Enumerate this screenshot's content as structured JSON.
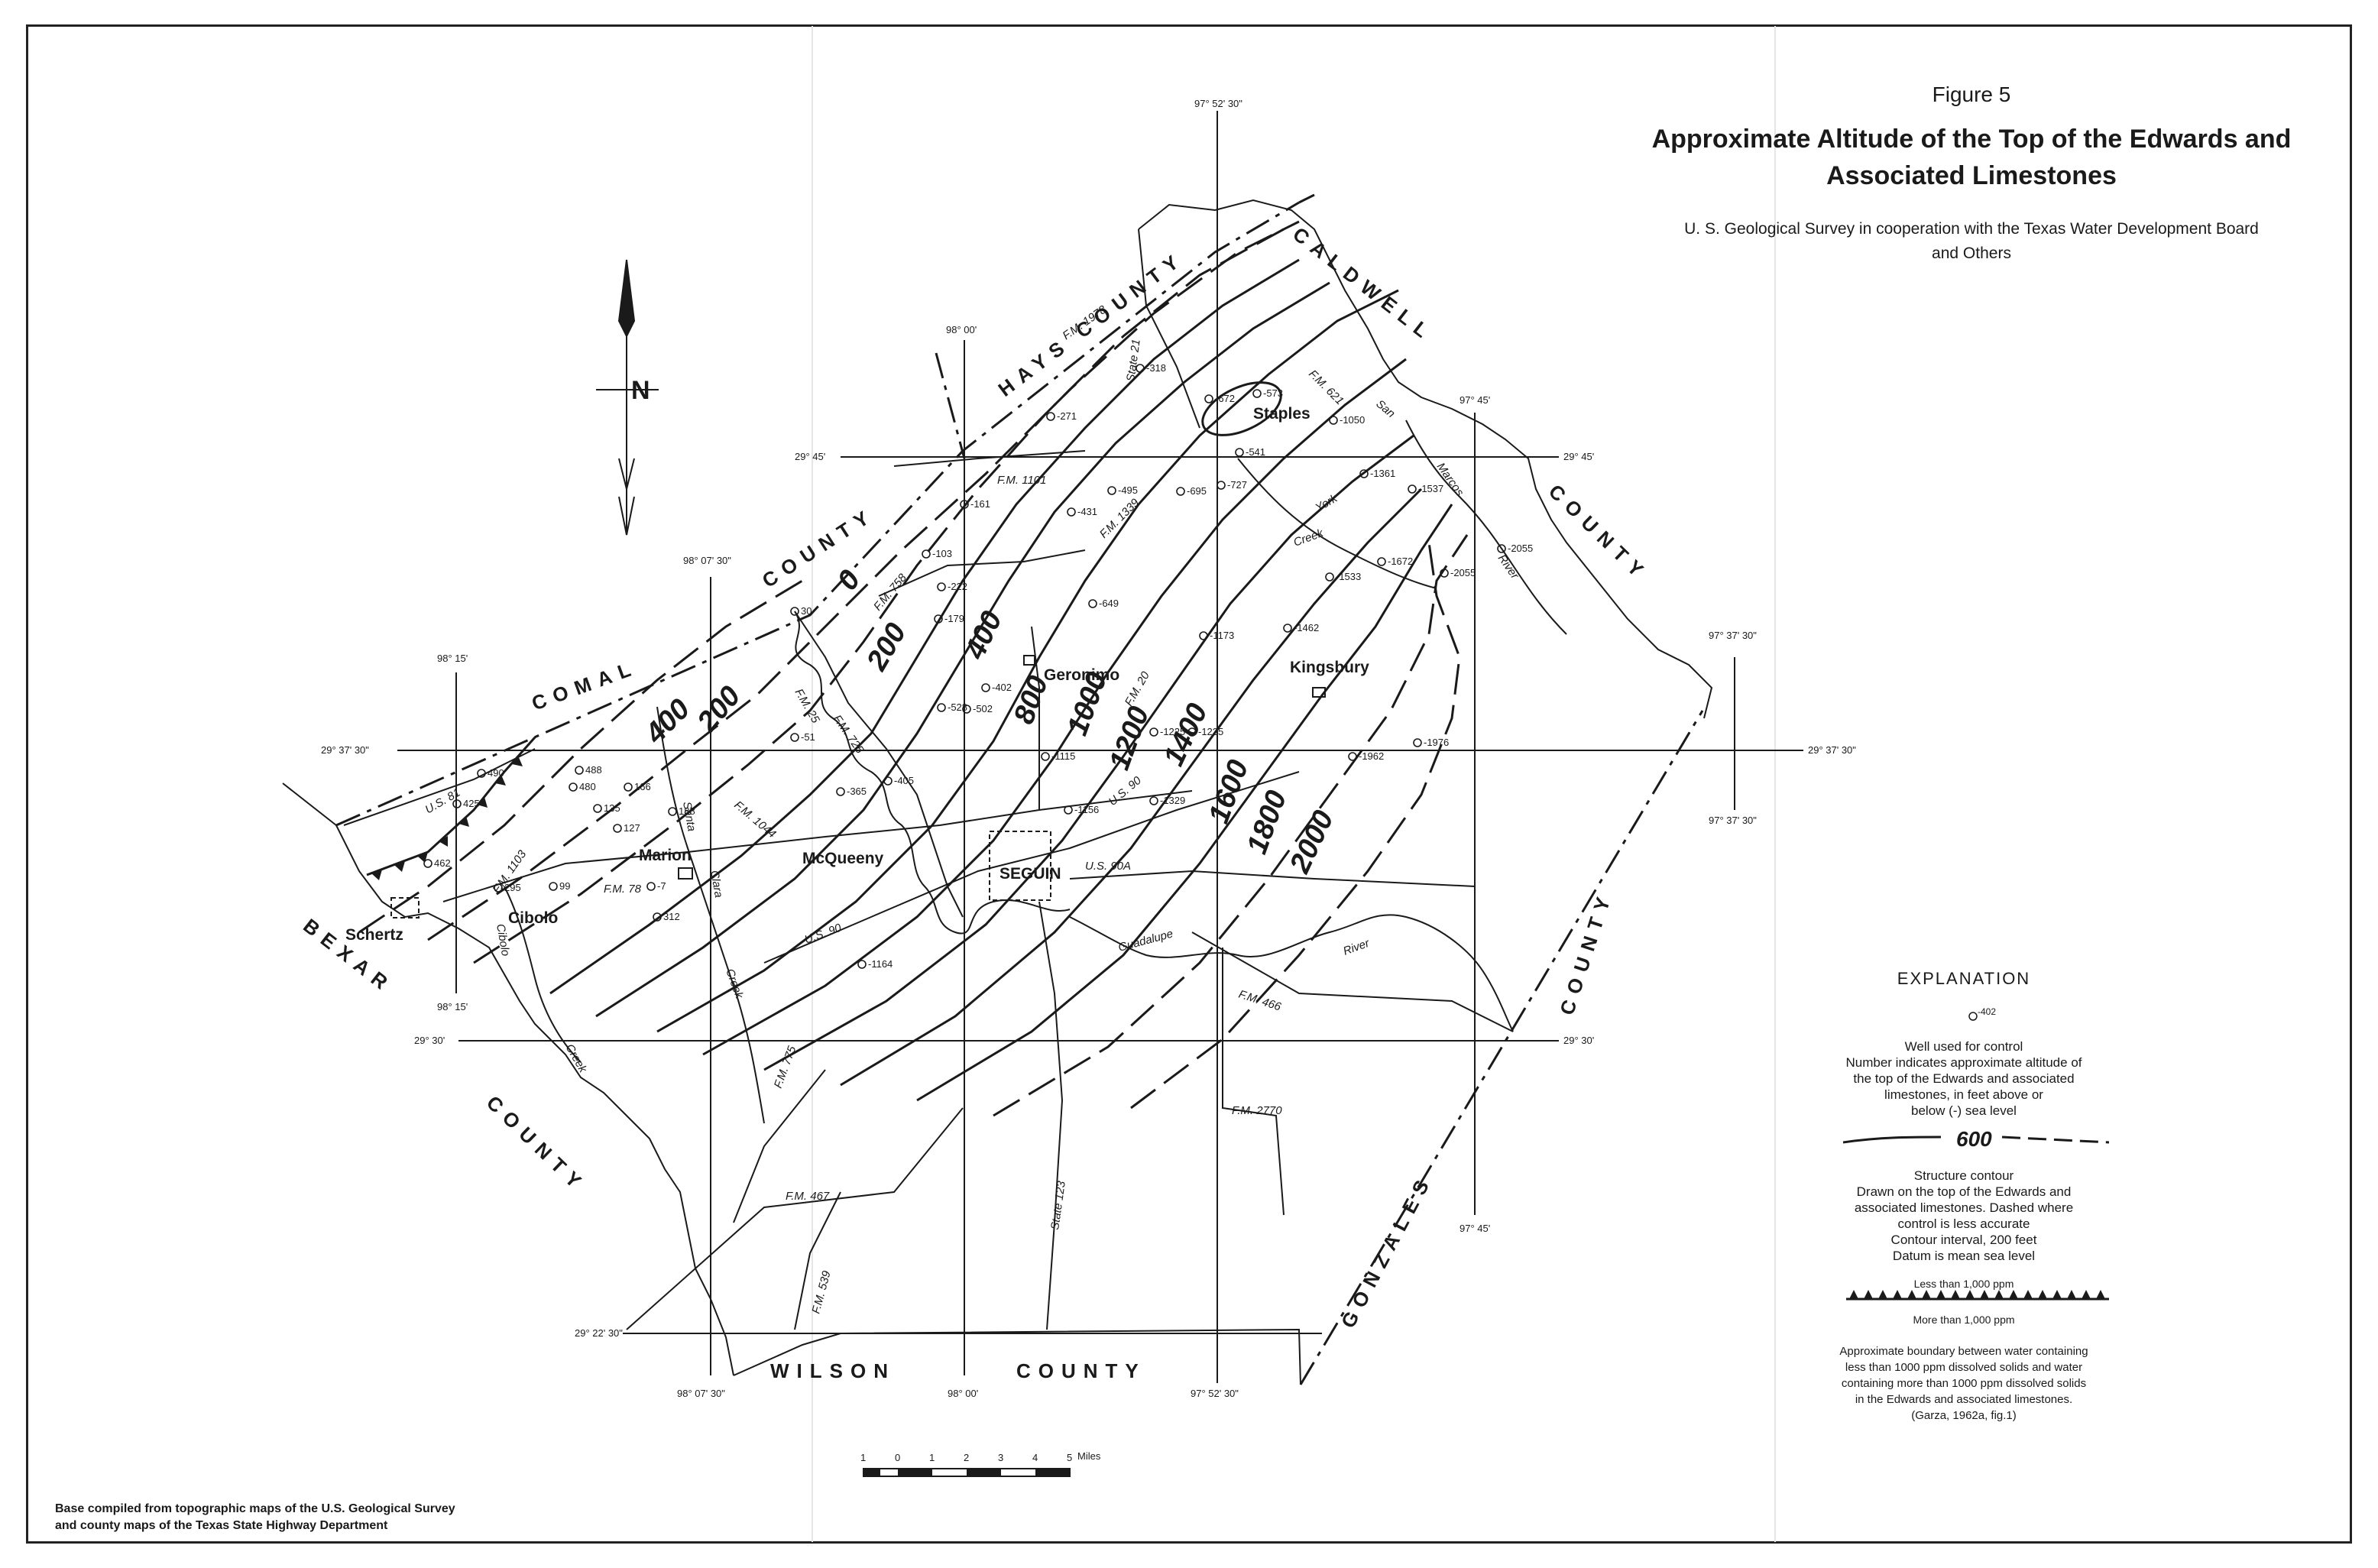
{
  "title": {
    "figure": "Figure 5",
    "line1": "Approximate Altitude of the Top of the Edwards and",
    "line2": "Associated Limestones",
    "sub1": "U. S. Geological Survey in cooperation with the Texas Water Development Board",
    "sub2": "and Others"
  },
  "counties": {
    "hays": "HAYS COUNTY",
    "caldwell": "CALDWELL",
    "comal1": "COMAL",
    "comal2": "COUNTY",
    "bexar": "BEXAR",
    "bexar_county": "COUNTY",
    "east_county": "COUNTY",
    "gonzales": "GONZALES",
    "gonzales_county": "COUNTY",
    "wilson": "WILSON",
    "wilson_county": "COUNTY"
  },
  "towns": {
    "staples": "Staples",
    "geronimo": "Geronimo",
    "kingsbury": "Kingsbury",
    "marion": "Marion",
    "mcqueeny": "McQueeny",
    "seguin": "SEGUIN",
    "cibolo": "Cibolo",
    "schertz": "Schertz"
  },
  "roads": {
    "fm1978": "F.M. 1978",
    "state21": "State 21",
    "state123": "State 123",
    "fm621": "F.M. 621",
    "fm1101": "F.M. 1101",
    "fm1339": "F.M. 1339",
    "fm758": "F.M. 758",
    "fm725": "F.M. 725",
    "fm20": "F.M. 20",
    "us90": "U.S. 90",
    "us90a": "U.S. 90A",
    "us90w": "U.S. 90",
    "fm1044": "F.M. 1044",
    "fm78": "F.M. 78",
    "fm1103": "F.M. 1103",
    "us81": "U.S. 81",
    "fm466": "F.M. 466",
    "fm2770": "F.M. 2770",
    "fm775": "F.M. 775",
    "fm467": "F.M. 467",
    "fm539": "F.M. 539",
    "fm25": "F.M. 25"
  },
  "rivers": {
    "guadalupe": "Guadalupe",
    "river": "River",
    "san": "San",
    "marcos": "Marcos",
    "river_sm": "River",
    "york": "York",
    "york_creek": "Creek",
    "cibolo_cr": "Cibolo",
    "cibolo_creek": "Creek",
    "santa": "Santa",
    "clara": "Clara",
    "clara_creek": "Creek"
  },
  "coords": {
    "lon_975230_top": "97° 52' 30\"",
    "lon_9800_top": "98° 00'",
    "lon_980730_top": "98° 07' 30\"",
    "lon_9815_top": "98° 15'",
    "lon_9745_top": "97° 45'",
    "lon_973730_top": "97° 37' 30\"",
    "lat_2945_w": "29° 45'",
    "lat_2945_e": "29° 45'",
    "lat_293730_w": "29° 37' 30\"",
    "lat_293730_e": "29° 37' 30\"",
    "lat_293730_e2": "97° 37' 30\"",
    "lat_2930_w": "29° 30'",
    "lat_2930_e": "29° 30'",
    "lat_292230_w": "29° 22' 30\"",
    "lon_9815_bot": "98° 15'",
    "lon_9745_bot": "97° 45'",
    "lon_980730_bot": "98° 07' 30\"",
    "lon_9800_bot": "98° 00'",
    "lon_975230_bot": "97° 52' 30\""
  },
  "contours": [
    "400",
    "200",
    "0",
    "200",
    "400",
    "800",
    "1000",
    "1200",
    "1400",
    "1600",
    "1800",
    "2000"
  ],
  "wells": [
    {
      "id": "w1",
      "value": "-318"
    },
    {
      "id": "w2",
      "value": "-271"
    },
    {
      "id": "w3",
      "value": "-672"
    },
    {
      "id": "w4",
      "value": "-573"
    },
    {
      "id": "w5",
      "value": "-1050"
    },
    {
      "id": "w6",
      "value": "-541"
    },
    {
      "id": "w7",
      "value": "-1361"
    },
    {
      "id": "w8",
      "value": "-1537"
    },
    {
      "id": "w9",
      "value": "-161"
    },
    {
      "id": "w10",
      "value": "-431"
    },
    {
      "id": "w11",
      "value": "-495"
    },
    {
      "id": "w12",
      "value": "-695"
    },
    {
      "id": "w13",
      "value": "-727"
    },
    {
      "id": "w14",
      "value": "-2055"
    },
    {
      "id": "w15",
      "value": "-1672"
    },
    {
      "id": "w16",
      "value": "-2055"
    },
    {
      "id": "w17",
      "value": "-103"
    },
    {
      "id": "w18",
      "value": "-222"
    },
    {
      "id": "w19",
      "value": "-179"
    },
    {
      "id": "w20",
      "value": "-1533"
    },
    {
      "id": "w21",
      "value": "-649"
    },
    {
      "id": "w22",
      "value": "-1173"
    },
    {
      "id": "w23",
      "value": "-1462"
    },
    {
      "id": "w24",
      "value": "30"
    },
    {
      "id": "w25",
      "value": "-402"
    },
    {
      "id": "w26",
      "value": "-528"
    },
    {
      "id": "w27",
      "value": "-502"
    },
    {
      "id": "w28",
      "value": "-51"
    },
    {
      "id": "w29",
      "value": "-1225"
    },
    {
      "id": "w30",
      "value": "-1235"
    },
    {
      "id": "w31",
      "value": "-1115"
    },
    {
      "id": "w32",
      "value": "-1962"
    },
    {
      "id": "w33",
      "value": "-1976"
    },
    {
      "id": "w34",
      "value": "490"
    },
    {
      "id": "w35",
      "value": "488"
    },
    {
      "id": "w36",
      "value": "425"
    },
    {
      "id": "w37",
      "value": "480"
    },
    {
      "id": "w38",
      "value": "166"
    },
    {
      "id": "w39",
      "value": "135"
    },
    {
      "id": "w40",
      "value": "188"
    },
    {
      "id": "w41",
      "value": "127"
    },
    {
      "id": "w42",
      "value": "-365"
    },
    {
      "id": "w43",
      "value": "-405"
    },
    {
      "id": "w44",
      "value": "-1156"
    },
    {
      "id": "w45",
      "value": "-1329"
    },
    {
      "id": "w46",
      "value": "462"
    },
    {
      "id": "w47",
      "value": "295"
    },
    {
      "id": "w48",
      "value": "99"
    },
    {
      "id": "w49",
      "value": "-7"
    },
    {
      "id": "w50",
      "value": "312"
    },
    {
      "id": "w51",
      "value": "-1164"
    }
  ],
  "north": "N",
  "scale": {
    "ticks": [
      "1",
      "0",
      "1",
      "2",
      "3",
      "4",
      "5"
    ],
    "unit": "Miles"
  },
  "explanation": {
    "heading": "EXPLANATION",
    "well_sample": "-402",
    "well_text1": "Well used for control",
    "well_text2": "Number indicates approximate altitude of",
    "well_text3": "the top of the Edwards and associated",
    "well_text4": "limestones, in feet above or",
    "well_text5": "below (-) sea level",
    "contour_sample": "600",
    "contour_text1": "Structure contour",
    "contour_text2": "Drawn on the top of the Edwards and",
    "contour_text3": "associated limestones. Dashed where",
    "contour_text4": "control is less accurate",
    "contour_text5": "Contour interval, 200 feet",
    "contour_text6": "Datum is mean sea level",
    "boundary_less": "Less than 1,000 ppm",
    "boundary_more": "More than 1,000 ppm",
    "boundary_text1": "Approximate boundary between water containing",
    "boundary_text2": "less than 1000 ppm dissolved solids and water",
    "boundary_text3": "containing more than 1000 ppm dissolved solids",
    "boundary_text4": "in the Edwards and associated limestones.",
    "boundary_text5": "(Garza, 1962a, fig.1)"
  },
  "credit": {
    "line1": "Base compiled from topographic maps of the U.S. Geological Survey",
    "line2": "and county maps of the Texas State Highway Department"
  }
}
